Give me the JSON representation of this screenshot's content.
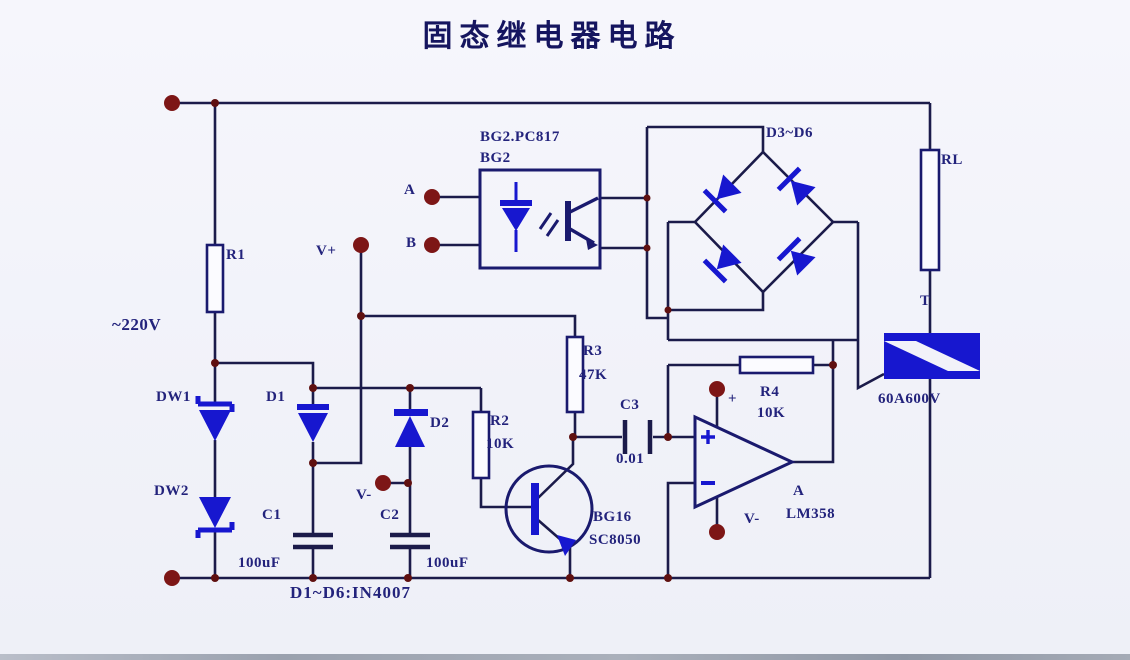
{
  "title": "固态继电器电路",
  "power": {
    "ac_label": "~220V"
  },
  "rails": {
    "vplus": "V+",
    "vminus": "V-"
  },
  "resistors": {
    "r1": "R1",
    "rl": "RL",
    "r2": "R2",
    "r2_value": "10K",
    "r3": "R3",
    "r3_value": "47K",
    "r4": "R4",
    "r4_value": "10K"
  },
  "capacitors": {
    "c1": "C1",
    "c1_value": "100uF",
    "c2": "C2",
    "c2_value": "100uF",
    "c3": "C3",
    "c3_value": "0.01"
  },
  "diodes": {
    "dw1": "DW1",
    "dw2": "DW2",
    "d1": "D1",
    "d2": "D2",
    "bridge": "D3~D6",
    "note": "D1~D6:IN4007"
  },
  "optocoupler": {
    "part": "BG2.PC817",
    "ref": "BG2",
    "input_a": "A",
    "input_b": "B"
  },
  "transistor": {
    "ref": "BG16",
    "model": "SC8050"
  },
  "opamp": {
    "ref": "A",
    "model": "LM358",
    "vplus_pin": "+",
    "vminus_pin": "V-"
  },
  "triac": {
    "ref": "T",
    "rating": "60A600V"
  },
  "colors": {
    "wire": "#1b1b4a",
    "component_blue": "#1717cf",
    "terminal_red": "#7d1616",
    "label_navy": "#23237c"
  }
}
